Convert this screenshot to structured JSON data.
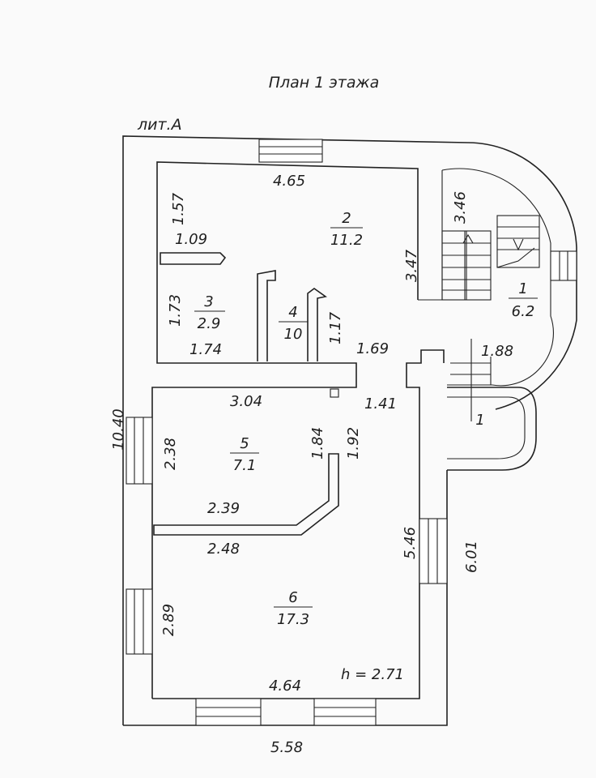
{
  "title": "План 1 этажа",
  "building": "лит.А",
  "height_note": "h = 2.71",
  "entrance_label": "1",
  "rooms": [
    {
      "number": "1",
      "area": "6.2"
    },
    {
      "number": "2",
      "area": "11.2"
    },
    {
      "number": "3",
      "area": "2.9"
    },
    {
      "number": "4",
      "area": "10"
    },
    {
      "number": "5",
      "area": "7.1"
    },
    {
      "number": "6",
      "area": "17.3"
    }
  ],
  "dimensions": {
    "top_width": "4.65",
    "room2_left": "1.57",
    "room2_partition": "1.09",
    "stair_length": "3.46",
    "room2_right": "3.47",
    "room3_height": "1.73",
    "room3_width": "1.74",
    "room4_height": "1.17",
    "corridor_width": "1.69",
    "hall_width": "1.88",
    "room5_top": "3.04",
    "corridor_gap": "1.41",
    "overall_height": "10.40",
    "room5_left": "2.38",
    "room5_inner": "1.84",
    "room5_right": "1.92",
    "room5_bottom": "2.39",
    "room6_top": "2.48",
    "room6_right": "5.46",
    "outer_right": "6.01",
    "room6_left": "2.89",
    "room6_bottom": "4.64",
    "overall_width": "5.58"
  }
}
